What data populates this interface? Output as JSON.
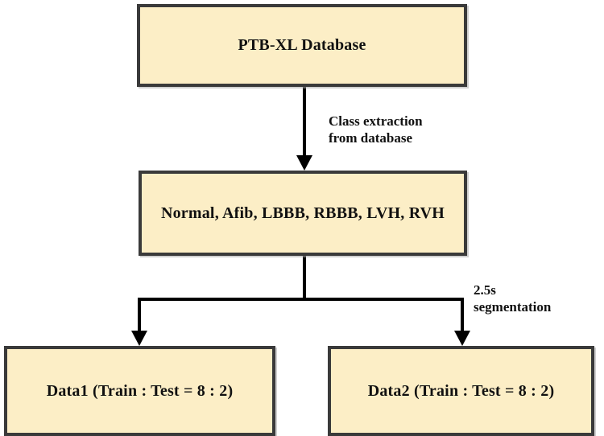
{
  "diagram": {
    "title": "PTB-XL dataset preparation flowchart",
    "style": {
      "node_fill": "#fceec6",
      "node_border": "#3a3a3a",
      "connector_color": "#000000",
      "text_color": "#111111",
      "background": "#ffffff"
    },
    "nodes": [
      {
        "id": "database",
        "label": "PTB-XL Database"
      },
      {
        "id": "classes",
        "label": "Normal, Afib, LBBB, RBBB, LVH, RVH"
      },
      {
        "id": "data1",
        "label": "Data1 (Train : Test = 8 : 2)"
      },
      {
        "id": "data2",
        "label": "Data2 (Train : Test = 8 : 2)"
      }
    ],
    "edges": [
      {
        "id": "database-to-classes",
        "from": "database",
        "to": "classes",
        "label": "Class extraction\nfrom database",
        "arrowhead": "filled-triangle"
      },
      {
        "id": "classes-to-data1",
        "from": "classes",
        "to": "data1",
        "label": "",
        "arrowhead": "filled-triangle"
      },
      {
        "id": "classes-to-data2",
        "from": "classes",
        "to": "data2",
        "label": "2.5s\nsegmentation",
        "arrowhead": "filled-triangle"
      }
    ]
  }
}
